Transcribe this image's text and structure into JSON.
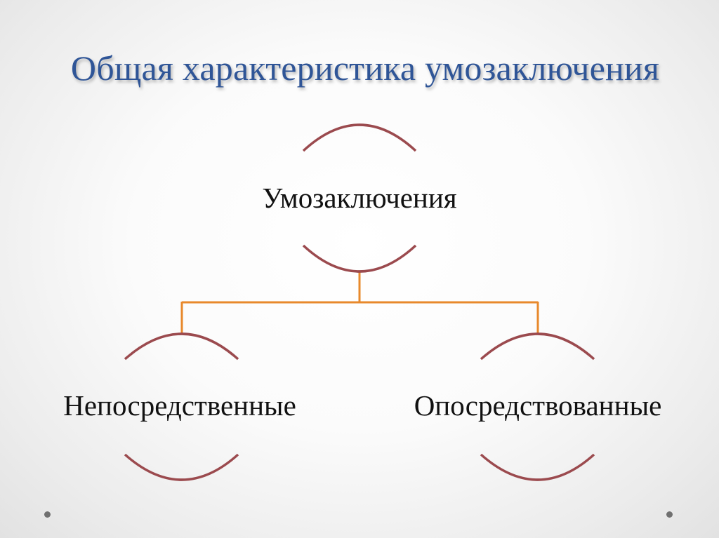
{
  "slide": {
    "title": "Общая характеристика умозаключения"
  },
  "diagram": {
    "root": {
      "label": "Умозаключения"
    },
    "children": [
      {
        "label": "Непосредственные"
      },
      {
        "label": "Опосредствованные"
      }
    ],
    "colors": {
      "title": "#2f5597",
      "arc": "#9b4a4e",
      "connector": "#e8892c",
      "text": "#111111",
      "dot": "#707070"
    }
  }
}
